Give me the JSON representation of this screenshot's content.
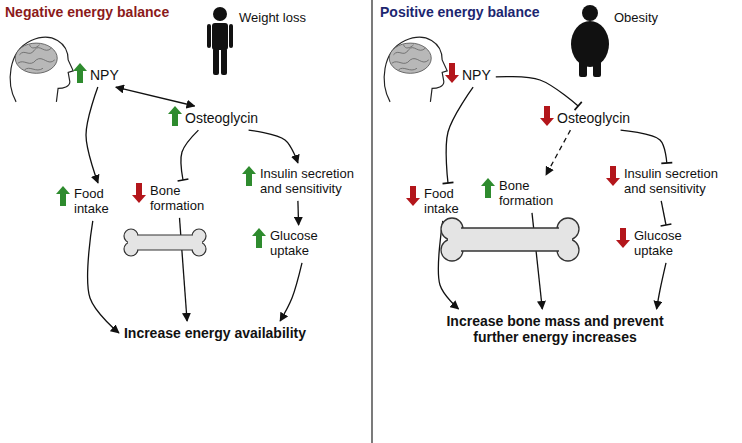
{
  "diagram": {
    "nodes": [
      {
        "text": [
          "NPY"
        ]
      },
      {
        "text": [
          "Osteoglycin"
        ]
      },
      {
        "text": [
          "Food intake"
        ]
      },
      {
        "text": [
          "Bone formation"
        ]
      },
      {
        "text": [
          "Insulin secretion and sensitivity"
        ]
      },
      {
        "text": [
          "Glucose uptake"
        ]
      },
      {
        "text": [
          "Increase energy availability"
        ]
      },
      {
        "text": [
          "NPY"
        ]
      },
      {
        "text": [
          "Osteoglycin"
        ]
      },
      {
        "text": [
          "Food intake"
        ]
      },
      {
        "text": [
          "Bone formation"
        ]
      },
      {
        "text": [
          "Insulin secretion and sensitivity"
        ]
      },
      {
        "text": [
          "Glucose uptake"
        ]
      },
      {
        "text": [
          "Increase bone mass and prevent further energy increases"
        ]
      }
    ],
    "edges": [
      {
        "from": 0,
        "to": 1,
        "arrow": "both"
      },
      {
        "from": 0,
        "to": 2,
        "arrow": "to"
      },
      {
        "from": 1,
        "to": 3,
        "arrow": "to"
      },
      {
        "from": 1,
        "to": 4,
        "arrow": "to"
      },
      {
        "from": 4,
        "to": 5,
        "arrow": "to"
      },
      {
        "from": 2,
        "to": 6,
        "arrow": "to"
      },
      {
        "from": 3,
        "to": 6,
        "arrow": "to"
      },
      {
        "from": 5,
        "to": 6,
        "arrow": "to"
      },
      {
        "from": 7,
        "to": 8,
        "arrow": "to"
      },
      {
        "from": 7,
        "to": 9,
        "arrow": "to"
      },
      {
        "from": 8,
        "to": 10,
        "arrow": "to"
      },
      {
        "from": 8,
        "to": 11,
        "arrow": "to"
      },
      {
        "from": 11,
        "to": 12,
        "arrow": "to"
      },
      {
        "from": 9,
        "to": 13,
        "arrow": "to"
      },
      {
        "from": 10,
        "to": 13,
        "arrow": "to"
      },
      {
        "from": 12,
        "to": 13,
        "arrow": "to"
      }
    ],
    "labels": [
      "Negative energy balance",
      "Weight loss",
      "Positive energy balance",
      "Obesity"
    ]
  }
}
